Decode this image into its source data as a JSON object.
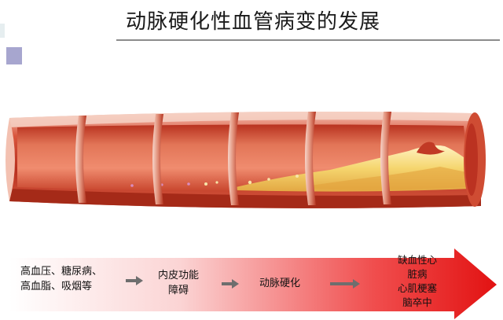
{
  "title": "动脉硬化性血管病变的发展",
  "stages": [
    {
      "lines": [
        "高血压、糖尿病、",
        "高血脂、吸烟等"
      ]
    },
    {
      "lines": [
        "内皮功能",
        "障碍"
      ]
    },
    {
      "lines": [
        "动脉硬化"
      ]
    },
    {
      "lines": [
        "缺血性心",
        "脏病",
        "心肌梗塞",
        "脑卒中"
      ]
    }
  ],
  "colors": {
    "vessel_outer": "#c63a26",
    "vessel_inner": "#e9735a",
    "plaque": "#f2d36b",
    "arrow_start": "#ffffff",
    "arrow_end": "#e21212"
  }
}
